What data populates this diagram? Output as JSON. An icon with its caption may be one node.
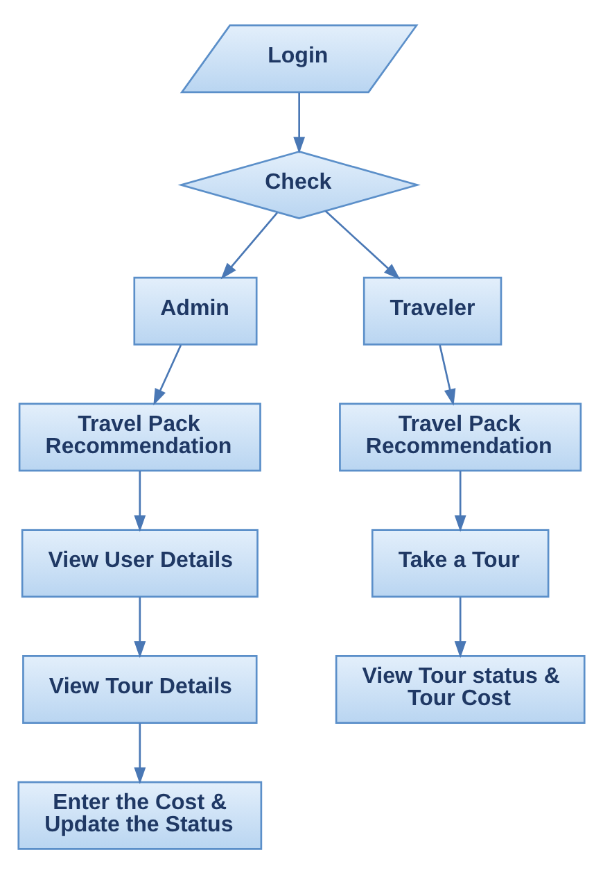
{
  "diagram": {
    "nodes": [
      {
        "text": [
          "Login"
        ]
      },
      {
        "text": [
          "Check"
        ]
      },
      {
        "text": [
          "Admin"
        ]
      },
      {
        "text": [
          "Traveler"
        ]
      },
      {
        "text": [
          "Travel Pack Recommendation"
        ]
      },
      {
        "text": [
          "View User Details"
        ]
      },
      {
        "text": [
          "View Tour Details"
        ]
      },
      {
        "text": [
          "Enter the Cost & Update the Status"
        ]
      },
      {
        "text": [
          "Travel Pack Recommendation"
        ]
      },
      {
        "text": [
          "Take a Tour"
        ]
      },
      {
        "text": [
          "View Tour status & Tour Cost"
        ]
      }
    ],
    "edges": [
      {
        "from": 0,
        "to": 1,
        "arrow": "to"
      },
      {
        "from": 1,
        "to": 2,
        "arrow": "to"
      },
      {
        "from": 1,
        "to": 3,
        "arrow": "to"
      },
      {
        "from": 2,
        "to": 4,
        "arrow": "to"
      },
      {
        "from": 4,
        "to": 5,
        "arrow": "to"
      },
      {
        "from": 5,
        "to": 6,
        "arrow": "to"
      },
      {
        "from": 6,
        "to": 7,
        "arrow": "to"
      },
      {
        "from": 3,
        "to": 8,
        "arrow": "to"
      },
      {
        "from": 8,
        "to": 9,
        "arrow": "to"
      },
      {
        "from": 9,
        "to": 10,
        "arrow": "to"
      }
    ]
  }
}
